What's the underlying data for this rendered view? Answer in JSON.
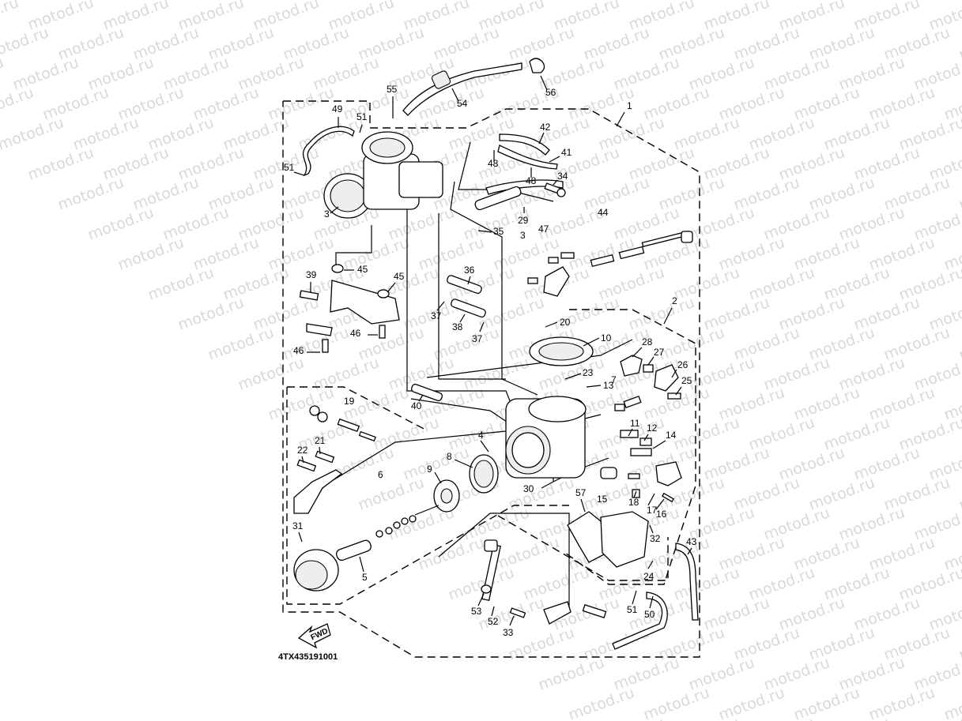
{
  "watermark": {
    "text": "motod.ru",
    "color": "#d9d9d9"
  },
  "diagram": {
    "title_code": "4TX435191001",
    "fwd_label": "FWD",
    "part_labels": [
      {
        "id": "1",
        "text": "1"
      },
      {
        "id": "2",
        "text": "2"
      },
      {
        "id": "3a",
        "text": "3"
      },
      {
        "id": "3b",
        "text": "3"
      },
      {
        "id": "4",
        "text": "4"
      },
      {
        "id": "5",
        "text": "5"
      },
      {
        "id": "6",
        "text": "6"
      },
      {
        "id": "7",
        "text": "7"
      },
      {
        "id": "8",
        "text": "8"
      },
      {
        "id": "9",
        "text": "9"
      },
      {
        "id": "10",
        "text": "10"
      },
      {
        "id": "11",
        "text": "11"
      },
      {
        "id": "12",
        "text": "12"
      },
      {
        "id": "13",
        "text": "13"
      },
      {
        "id": "14",
        "text": "14"
      },
      {
        "id": "15",
        "text": "15"
      },
      {
        "id": "16",
        "text": "16"
      },
      {
        "id": "17",
        "text": "17"
      },
      {
        "id": "18",
        "text": "18"
      },
      {
        "id": "19",
        "text": "19"
      },
      {
        "id": "20",
        "text": "20"
      },
      {
        "id": "21",
        "text": "21"
      },
      {
        "id": "22",
        "text": "22"
      },
      {
        "id": "23",
        "text": "23"
      },
      {
        "id": "24",
        "text": "24"
      },
      {
        "id": "25",
        "text": "25"
      },
      {
        "id": "26",
        "text": "26"
      },
      {
        "id": "27",
        "text": "27"
      },
      {
        "id": "28",
        "text": "28"
      },
      {
        "id": "29",
        "text": "29"
      },
      {
        "id": "30",
        "text": "30"
      },
      {
        "id": "31",
        "text": "31"
      },
      {
        "id": "32",
        "text": "32"
      },
      {
        "id": "33",
        "text": "33"
      },
      {
        "id": "34",
        "text": "34"
      },
      {
        "id": "35",
        "text": "35"
      },
      {
        "id": "36",
        "text": "36"
      },
      {
        "id": "37a",
        "text": "37"
      },
      {
        "id": "37b",
        "text": "37"
      },
      {
        "id": "38",
        "text": "38"
      },
      {
        "id": "39",
        "text": "39"
      },
      {
        "id": "40",
        "text": "40"
      },
      {
        "id": "41",
        "text": "41"
      },
      {
        "id": "42",
        "text": "42"
      },
      {
        "id": "43",
        "text": "43"
      },
      {
        "id": "44",
        "text": "44"
      },
      {
        "id": "45a",
        "text": "45"
      },
      {
        "id": "45b",
        "text": "45"
      },
      {
        "id": "46a",
        "text": "46"
      },
      {
        "id": "46b",
        "text": "46"
      },
      {
        "id": "47",
        "text": "47"
      },
      {
        "id": "48a",
        "text": "48"
      },
      {
        "id": "48b",
        "text": "48"
      },
      {
        "id": "49",
        "text": "49"
      },
      {
        "id": "50",
        "text": "50"
      },
      {
        "id": "51a",
        "text": "51"
      },
      {
        "id": "51b",
        "text": "51"
      },
      {
        "id": "51c",
        "text": "51"
      },
      {
        "id": "52",
        "text": "52"
      },
      {
        "id": "53",
        "text": "53"
      },
      {
        "id": "54",
        "text": "54"
      },
      {
        "id": "55",
        "text": "55"
      },
      {
        "id": "56",
        "text": "56"
      },
      {
        "id": "57",
        "text": "57"
      }
    ]
  }
}
